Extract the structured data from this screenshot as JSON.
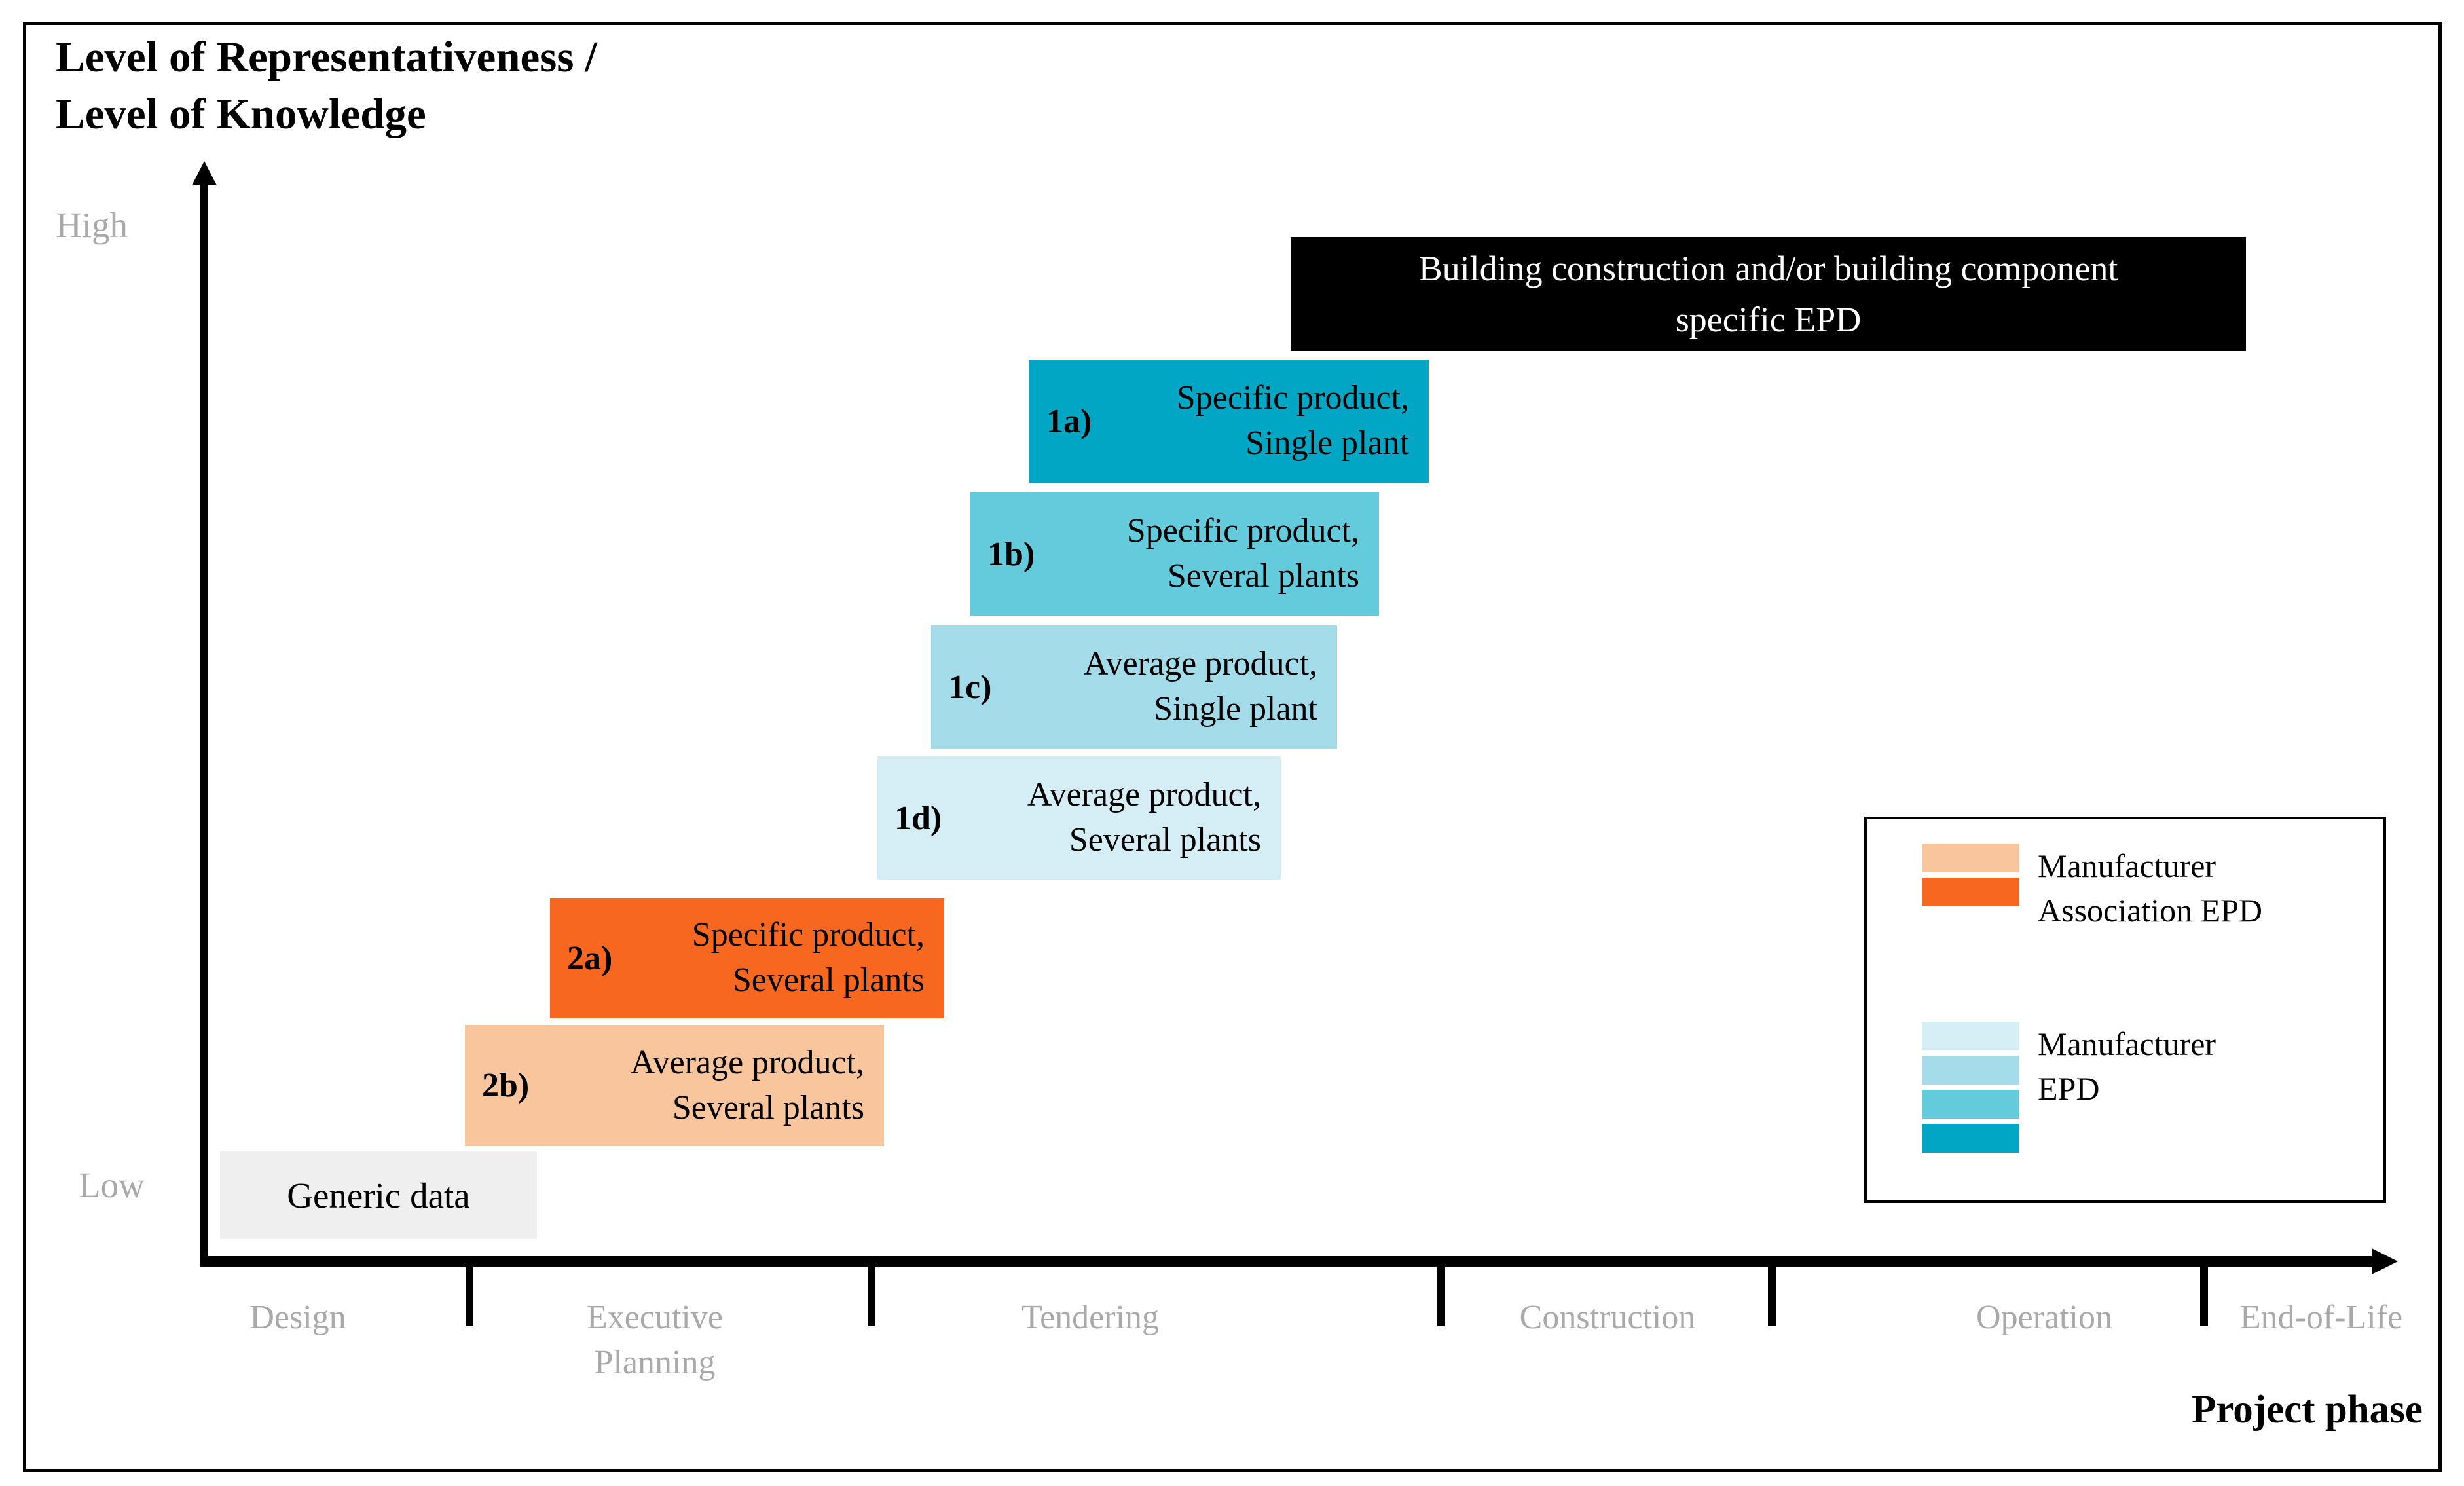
{
  "colors": {
    "black": "#000000",
    "white": "#ffffff",
    "axis_label_gray": "#a9a9a9",
    "generic_gray": "#efefef",
    "orange": "#f7671f",
    "orange_light": "#f9c59c",
    "teal_dark": "#00a7c4",
    "teal_mid": "#63cbdc",
    "teal_light": "#a3dce8",
    "teal_pale": "#d5edf4"
  },
  "y_axis": {
    "title_line1": "Level of Representativeness /",
    "title_line2": "Level of Knowledge",
    "high_label": "High",
    "low_label": "Low"
  },
  "x_axis": {
    "title": "Project phase",
    "phases": [
      "Design",
      "Executive Planning",
      "Tendering",
      "Construction",
      "Operation",
      "End-of-Life"
    ]
  },
  "boxes": [
    {
      "id": "building-epd",
      "label": "",
      "line1": "Building construction and/or building component",
      "line2": "specific EPD",
      "color": "#000000"
    },
    {
      "id": "1a",
      "label": "1a)",
      "line1": "Specific product,",
      "line2": "Single plant",
      "color": "#00a7c4"
    },
    {
      "id": "1b",
      "label": "1b)",
      "line1": "Specific product,",
      "line2": "Several plants",
      "color": "#63cbdc"
    },
    {
      "id": "1c",
      "label": "1c)",
      "line1": "Average product,",
      "line2": "Single plant",
      "color": "#a3dce8"
    },
    {
      "id": "1d",
      "label": "1d)",
      "line1": "Average product,",
      "line2": "Several plants",
      "color": "#d5edf4"
    },
    {
      "id": "2a",
      "label": "2a)",
      "line1": "Specific product,",
      "line2": "Several plants",
      "color": "#f7671f"
    },
    {
      "id": "2b",
      "label": "2b)",
      "line1": "Average product,",
      "line2": "Several plants",
      "color": "#f9c59c"
    },
    {
      "id": "generic",
      "label": "",
      "line1": "Generic data",
      "line2": "",
      "color": "#efefef"
    }
  ],
  "legend": {
    "groups": [
      {
        "label_line1": "Manufacturer",
        "label_line2": "Association EPD",
        "swatches": [
          "#f9c59c",
          "#f7671f"
        ]
      },
      {
        "label_line1": "Manufacturer",
        "label_line2": "EPD",
        "swatches": [
          "#d5edf4",
          "#a3dce8",
          "#63cbdc",
          "#00a7c4"
        ]
      }
    ]
  }
}
